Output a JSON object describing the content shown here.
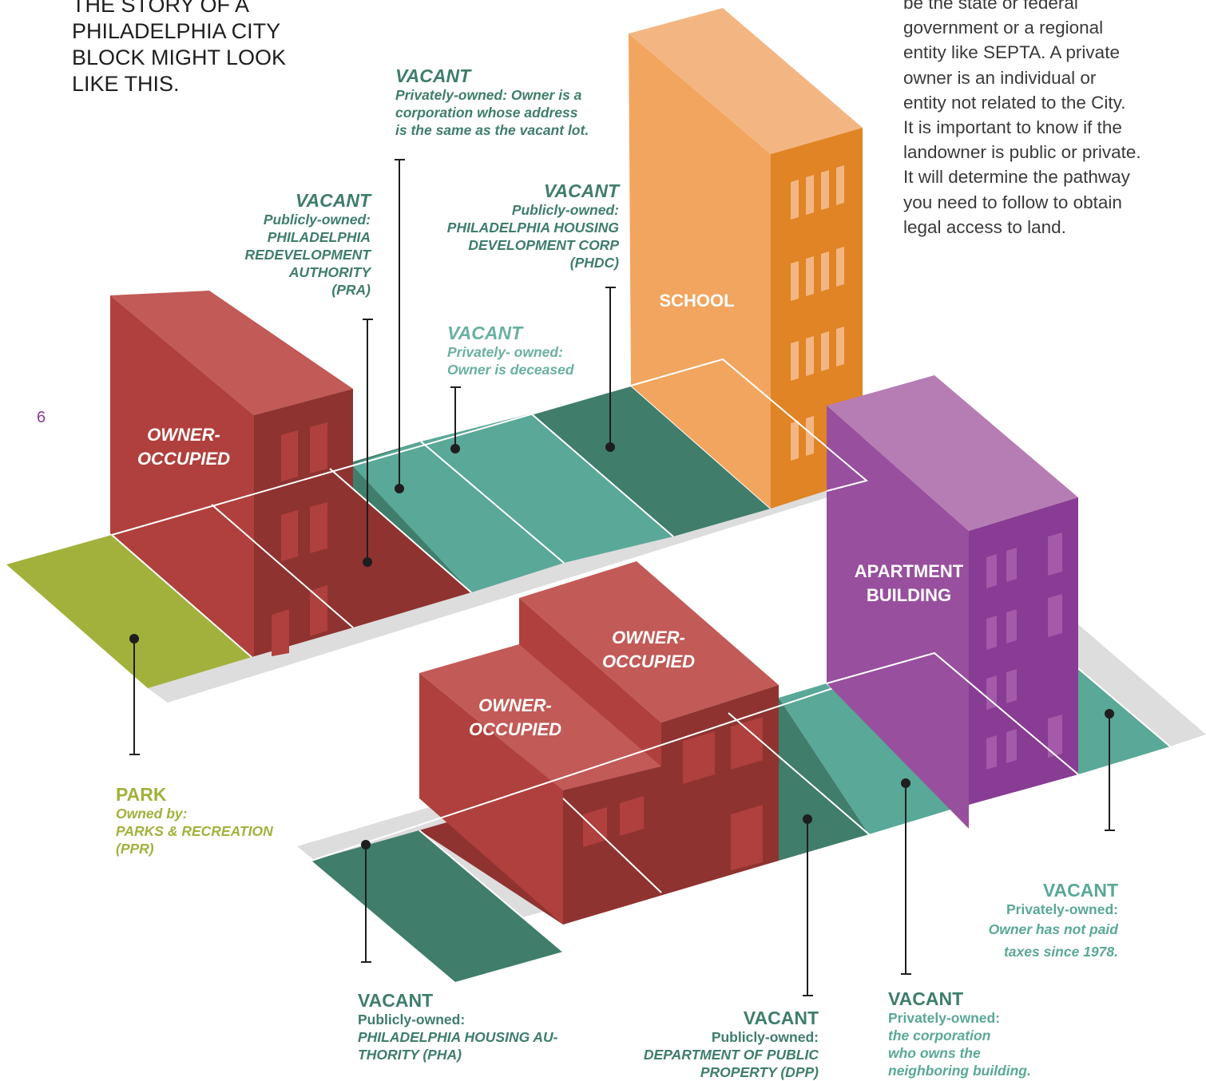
{
  "intro": {
    "line1": "THE STORY OF A",
    "line2": "PHILADELPHIA CITY",
    "line3": "BLOCK MIGHT LOOK",
    "line4": "LIKE THIS."
  },
  "side_text": {
    "lines": [
      "be the state or federal",
      "government or a regional",
      "entity like SEPTA. A private",
      "owner is an individual or",
      "entity not related to the City.",
      "It is important to know if the",
      "landowner is public or private.",
      "It will determine the pathway",
      "you need to follow to obtain",
      "legal access to land."
    ]
  },
  "page_number": "6",
  "buildings": {
    "owner_occupied_left": {
      "l1": "OWNER-",
      "l2": "OCCUPIED"
    },
    "school": "SCHOOL",
    "apartment": {
      "l1": "APARTMENT",
      "l2": "BUILDING"
    },
    "owner_occupied_front_right": {
      "l1": "OWNER-",
      "l2": "OCCUPIED"
    },
    "owner_occupied_front_left": {
      "l1": "OWNER-",
      "l2": "OCCUPIED"
    }
  },
  "labels": {
    "vacant_corp_same_address": {
      "title": "VACANT",
      "lines": [
        "Privately-owned: Owner is a",
        "corporation whose address",
        "is the same as the vacant lot."
      ]
    },
    "vacant_pra": {
      "title": "VACANT",
      "lines": [
        "Publicly-owned:",
        "PHILADELPHIA",
        "REDEVELOPMENT",
        "AUTHORITY",
        "(PRA)"
      ]
    },
    "vacant_phdc": {
      "title": "VACANT",
      "lines": [
        "Publicly-owned:",
        "PHILADELPHIA HOUSING",
        "DEVELOPMENT CORP",
        "(PHDC)"
      ]
    },
    "vacant_deceased": {
      "title": "VACANT",
      "lines": [
        "Privately- owned:",
        "Owner is deceased"
      ]
    },
    "park": {
      "title": "PARK",
      "lines": [
        "Owned by:",
        "PARKS & RECREATION",
        "(PPR)"
      ]
    },
    "vacant_pha": {
      "title": "VACANT",
      "sub": "Publicly-owned:",
      "lines": [
        "PHILADELPHIA HOUSING AU-",
        "THORITY (PHA)"
      ]
    },
    "vacant_dpp": {
      "title": "VACANT",
      "sub": "Publicly-owned:",
      "lines": [
        "DEPARTMENT OF PUBLIC",
        "PROPERTY (DPP)"
      ]
    },
    "vacant_neighbor_corp": {
      "title": "VACANT",
      "sub": "Privately-owned:",
      "lines": [
        "the corporation",
        "who owns the",
        "neighboring building."
      ]
    },
    "vacant_taxes": {
      "title": "VACANT",
      "sub": "Privately-owned:",
      "lines": [
        "Owner has not paid",
        "taxes since 1978."
      ]
    }
  },
  "colors": {
    "park": "#a2b13c",
    "vacant_public": "#407d6b",
    "vacant_private": "#5aa897",
    "owner_occupied": "#b0403d",
    "school": "#f2a55e",
    "apartment": "#984f9e"
  }
}
